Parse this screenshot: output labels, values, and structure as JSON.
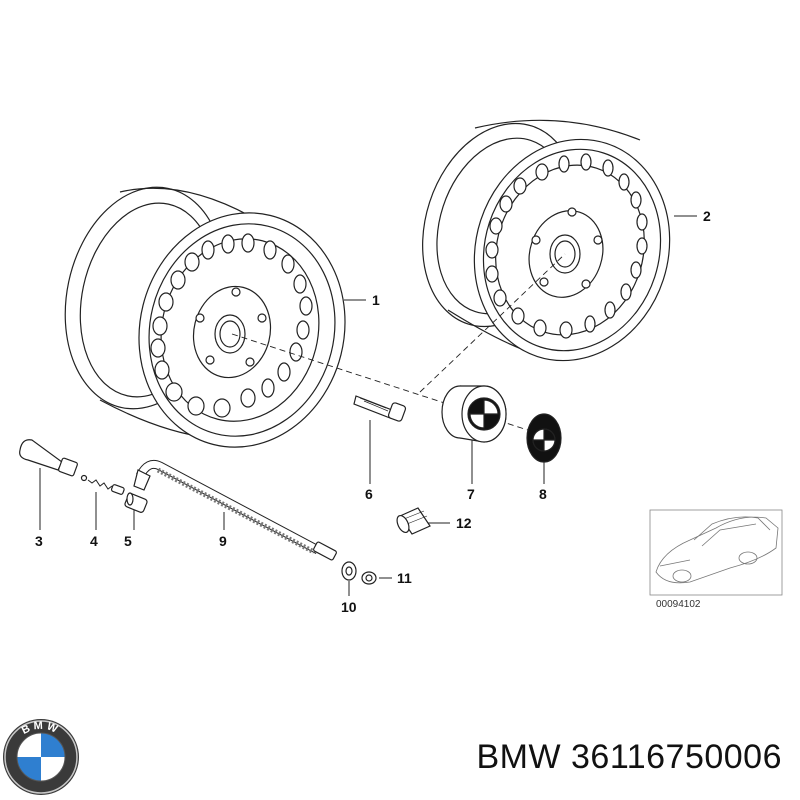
{
  "callouts": {
    "c1": "1",
    "c2": "2",
    "c3": "3",
    "c4": "4",
    "c5": "5",
    "c6": "6",
    "c7": "7",
    "c8": "8",
    "c9": "9",
    "c10": "10",
    "c11": "11",
    "c12": "12"
  },
  "thumbnail": {
    "code": "00094102"
  },
  "logo": {
    "letters": "BMW"
  },
  "footer": {
    "brand": "BMW",
    "part_number": "36116750006"
  }
}
